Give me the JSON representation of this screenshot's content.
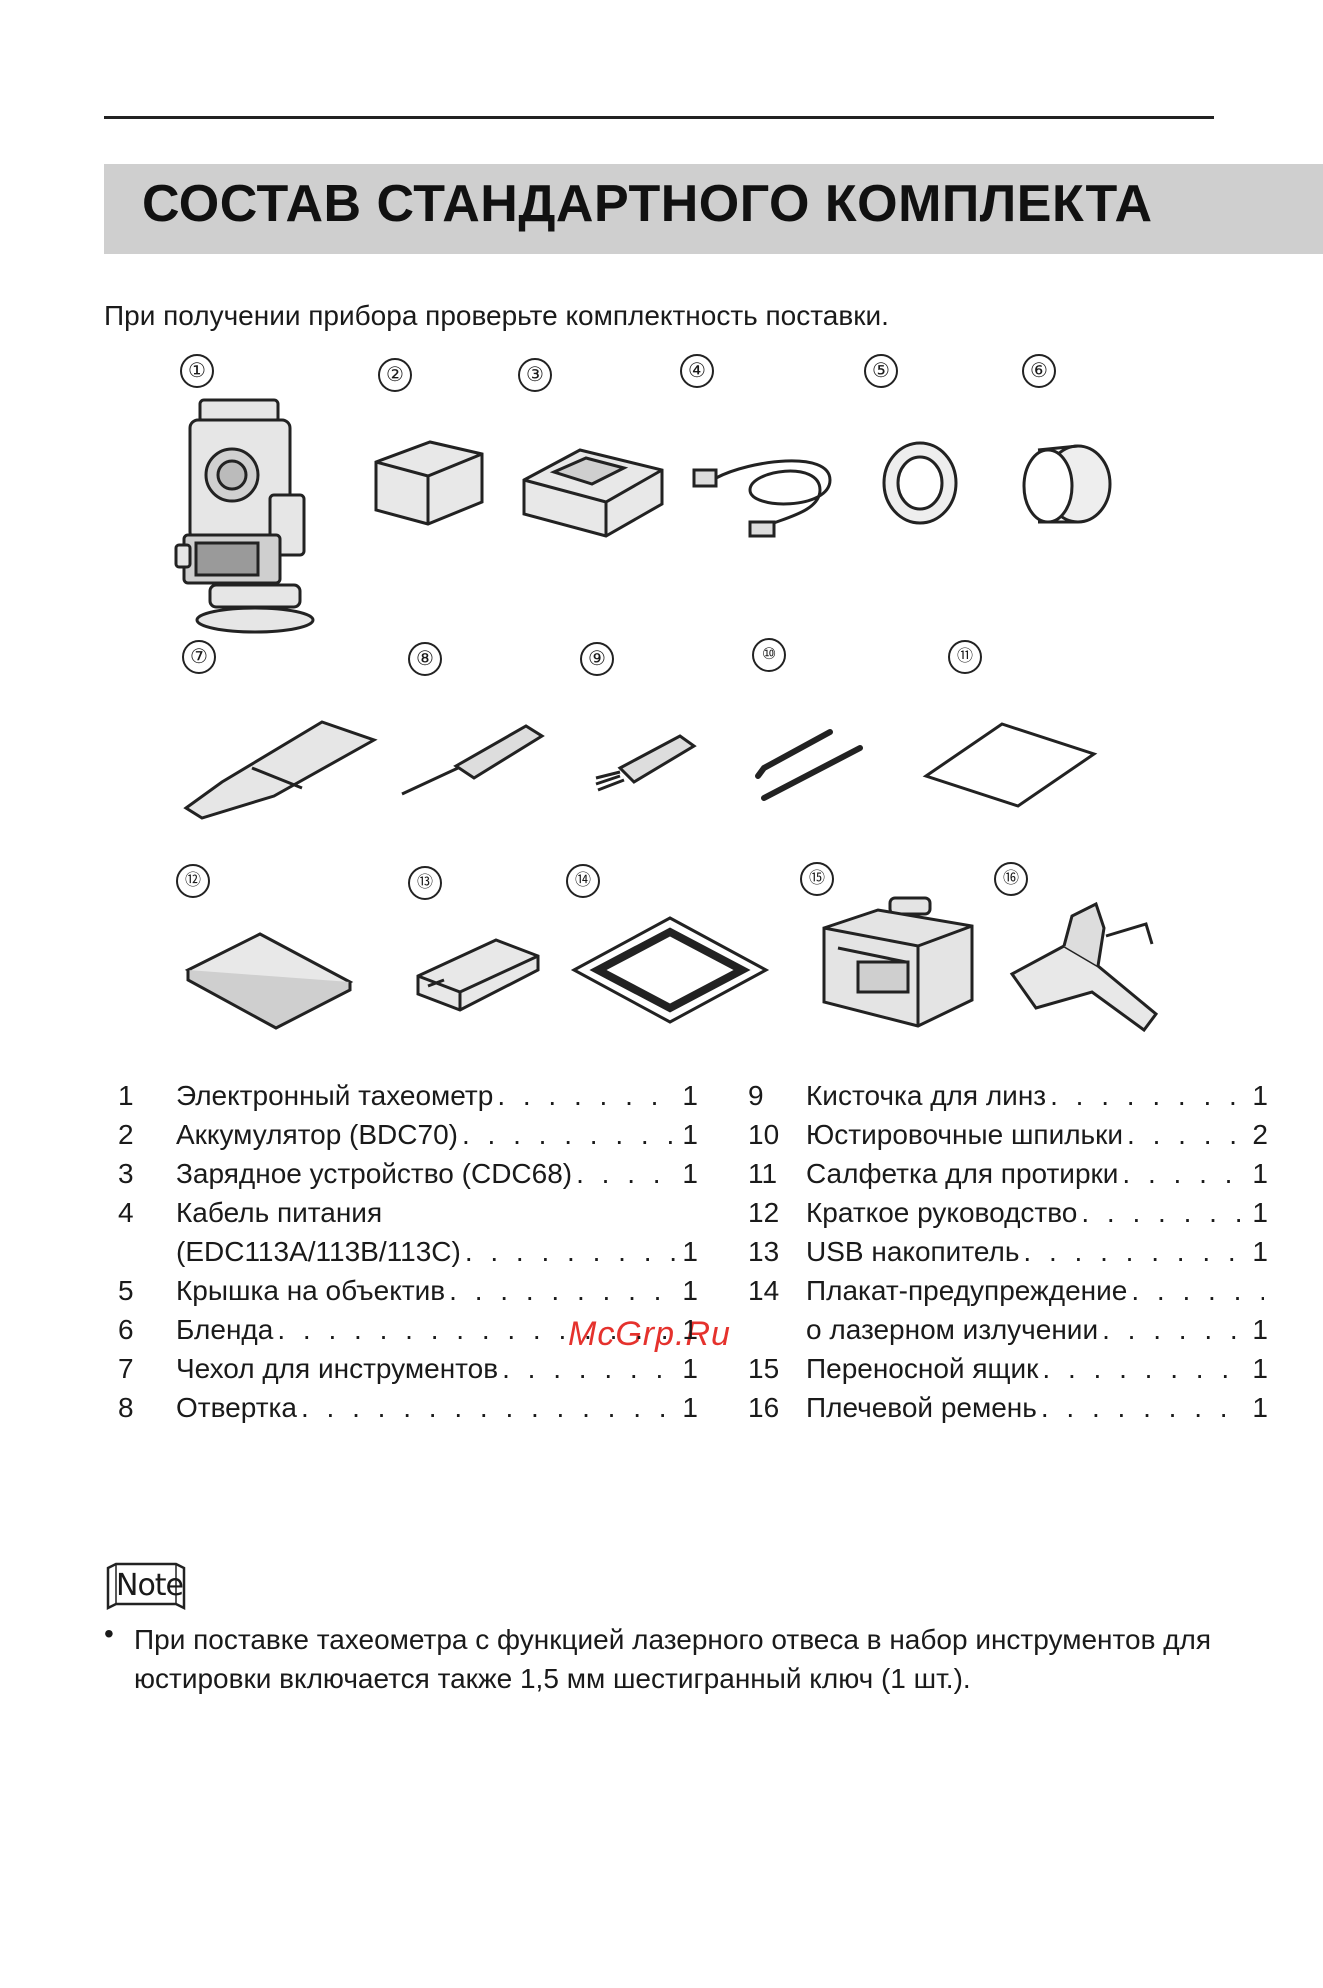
{
  "header": {
    "title": "СОСТАВ СТАНДАРТНОГО КОМПЛЕКТА",
    "intro": "При получении прибора проверьте комплектность поставки."
  },
  "figure": {
    "numbers": [
      "①",
      "②",
      "③",
      "④",
      "⑤",
      "⑥",
      "⑦",
      "⑧",
      "⑨",
      "⑩",
      "⑪",
      "⑫",
      "⑬",
      "⑭",
      "⑮",
      "⑯"
    ],
    "watermark": "McGrp.Ru"
  },
  "items_left": [
    {
      "n": "1",
      "name": "Электронный тахеометр",
      "qty": "1"
    },
    {
      "n": "2",
      "name": "Аккумулятор (BDC70)",
      "qty": "1"
    },
    {
      "n": "3",
      "name": "Зарядное устройство (CDC68)",
      "qty": "1"
    },
    {
      "n": "4",
      "name": "Кабель питания",
      "qty": ""
    },
    {
      "n": "",
      "name": "(EDC113A/113B/113C)",
      "qty": "1"
    },
    {
      "n": "5",
      "name": "Крышка на объектив",
      "qty": "1"
    },
    {
      "n": "6",
      "name": "Бленда",
      "qty": "1"
    },
    {
      "n": "7",
      "name": "Чехол для инструментов",
      "qty": "1"
    },
    {
      "n": "8",
      "name": "Отвертка",
      "qty": "1"
    }
  ],
  "items_right": [
    {
      "n": "9",
      "name": "Кисточка для линз",
      "qty": "1"
    },
    {
      "n": "10",
      "name": "Юстировочные шпильки",
      "qty": "2"
    },
    {
      "n": "11",
      "name": "Салфетка для протирки",
      "qty": "1"
    },
    {
      "n": "12",
      "name": "Краткое руководство",
      "qty": "1"
    },
    {
      "n": "13",
      "name": "USB накопитель",
      "qty": "1"
    },
    {
      "n": "14",
      "name": "Плакат-предупреждение",
      "qty": ""
    },
    {
      "n": "",
      "name": "о лазерном излучении",
      "qty": "1"
    },
    {
      "n": "15",
      "name": "Переносной ящик",
      "qty": "1"
    },
    {
      "n": "16",
      "name": "Плечевой ремень",
      "qty": "1"
    }
  ],
  "note": {
    "label": "Note",
    "bullet": "•",
    "text": "При поставке тахеометра с функцией лазерного отвеса в набор инструментов для юстировки включается также 1,5 мм шестигранный ключ (1 шт.)."
  }
}
